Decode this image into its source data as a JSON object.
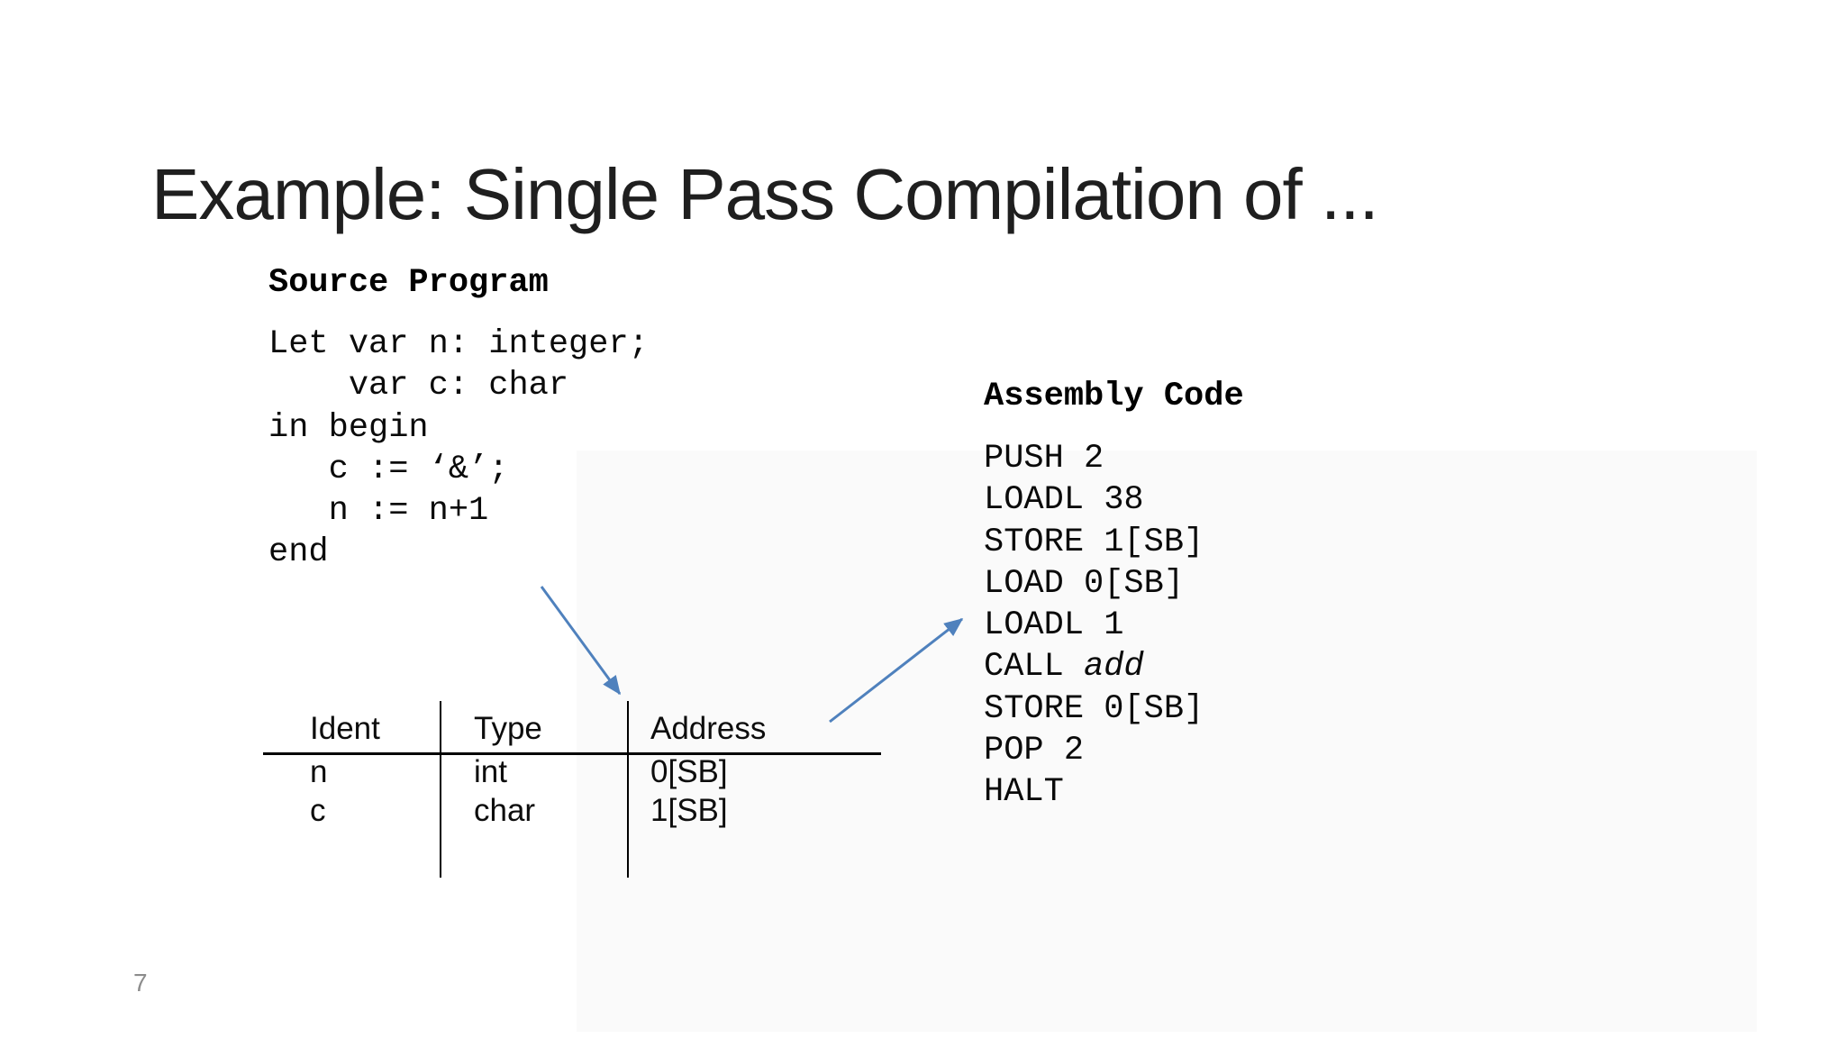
{
  "slide": {
    "title": "Example: Single Pass Compilation of ...",
    "page_number": "7"
  },
  "source_program": {
    "heading": "Source Program",
    "lines": [
      "Let var n: integer;",
      "    var c: char",
      "in begin",
      "   c := ‘&’;",
      "   n := n+1",
      "end"
    ]
  },
  "assembly_code": {
    "heading": "Assembly Code",
    "lines": [
      {
        "text": "PUSH 2"
      },
      {
        "text": "LOADL 38"
      },
      {
        "text": "STORE 1[SB]"
      },
      {
        "text": "LOAD 0[SB]"
      },
      {
        "text": "LOADL 1"
      },
      {
        "text": "CALL ",
        "italic": "add"
      },
      {
        "text": "STORE 0[SB]"
      },
      {
        "text": "POP 2"
      },
      {
        "text": "HALT"
      }
    ]
  },
  "symbol_table": {
    "columns": [
      "Ident",
      "Type",
      "Address"
    ],
    "rows": [
      [
        "n",
        "int",
        "0[SB]"
      ],
      [
        "c",
        "char",
        "1[SB]"
      ]
    ]
  },
  "annotations": {
    "arrow_color": "#4f81bd"
  }
}
